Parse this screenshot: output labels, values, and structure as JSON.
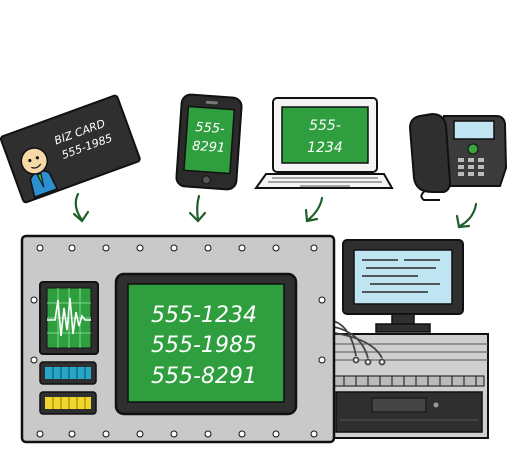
{
  "biz_card": {
    "title": "BIZ CARD",
    "number": "555-1985"
  },
  "smartphone": {
    "line1": "555-",
    "line2": "8291"
  },
  "laptop": {
    "line1": "555-",
    "line2": "1234"
  },
  "main_screen": {
    "numbers": [
      "555-1234",
      "555-1985",
      "555-8291"
    ]
  },
  "colors": {
    "screen_green": "#2e9e3e",
    "panel_gray": "#c9c9c9",
    "dark": "#2b2b2b"
  },
  "icons": [
    "business-card-icon",
    "smartphone-icon",
    "laptop-icon",
    "desk-phone-icon",
    "server-machine-icon",
    "computer-monitor-icon",
    "arrow-down-icon"
  ]
}
